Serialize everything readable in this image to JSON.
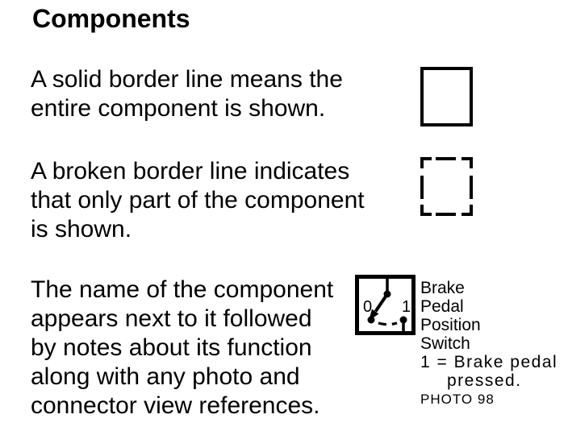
{
  "title": "Components",
  "colors": {
    "ink": "#000000",
    "background": "#ffffff"
  },
  "paragraphs": [
    {
      "lines": [
        "A solid border line means the",
        "entire component is shown."
      ]
    },
    {
      "lines": [
        "A broken border line indicates",
        "that only part of the component",
        "is shown."
      ]
    },
    {
      "lines": [
        "The name of the component",
        "appears next to it followed",
        "by notes about its function",
        "along with any photo and",
        "connector view references."
      ]
    }
  ],
  "switch": {
    "labels": [
      "0",
      "1"
    ]
  },
  "component_label": {
    "name_lines": [
      "Brake",
      "Pedal",
      "Position",
      "Switch"
    ],
    "note_lines": [
      "1 = Brake pedal",
      "pressed."
    ],
    "photo_ref": "PHOTO 98"
  }
}
